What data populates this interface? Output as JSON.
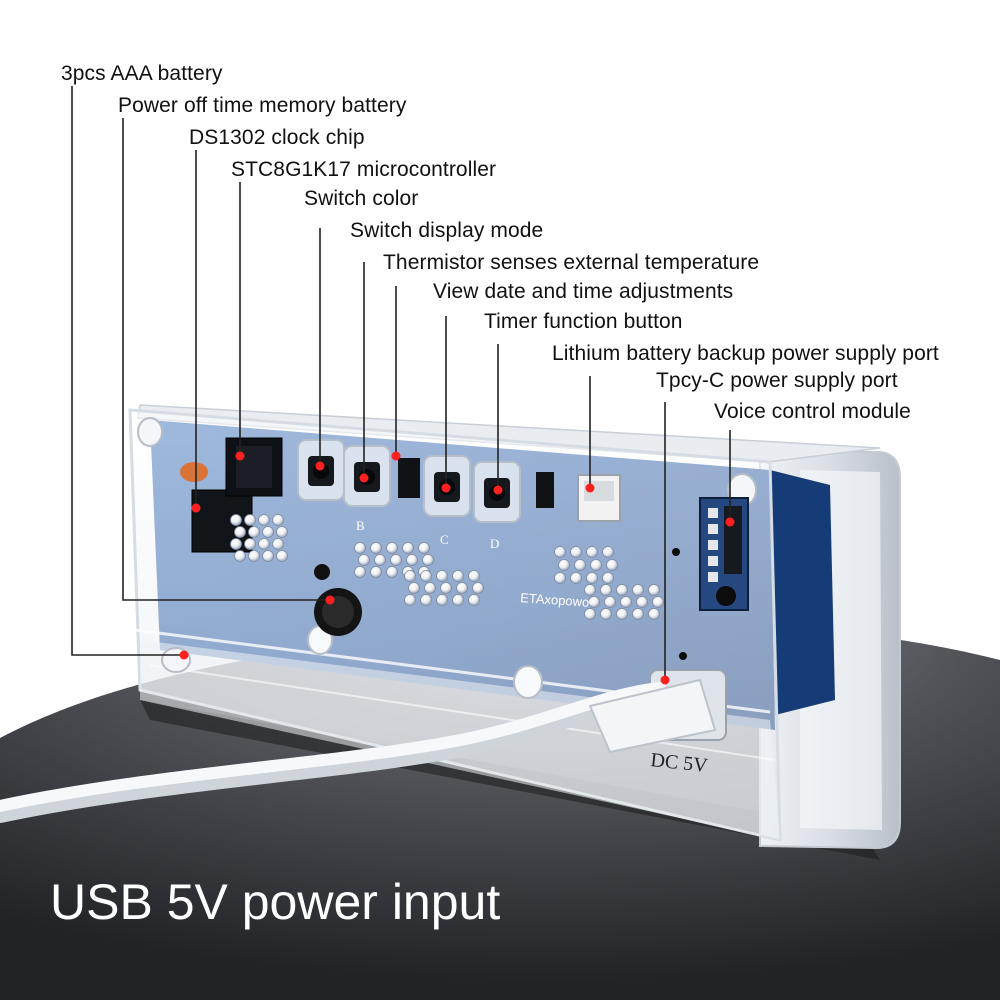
{
  "callouts": [
    {
      "label": "3pcs AAA battery"
    },
    {
      "label": "Power off time memory battery"
    },
    {
      "label": "DS1302 clock chip"
    },
    {
      "label": "STC8G1K17 microcontroller"
    },
    {
      "label": "Switch color"
    },
    {
      "label": "Switch display mode"
    },
    {
      "label": "Thermistor senses external temperature"
    },
    {
      "label": "View date and time adjustments"
    },
    {
      "label": "Timer function button"
    },
    {
      "label": "Lithium battery backup power supply port"
    },
    {
      "label": "Tpcy-C power supply port"
    },
    {
      "label": "Voice control module"
    }
  ],
  "board": {
    "brand": "ETAxopowo",
    "button_letters": [
      "B",
      "C",
      "D"
    ],
    "port_marking": "DC 5V"
  },
  "caption": "USB 5V power input",
  "colors": {
    "pcb": "#1d4f9a",
    "marker": "#ff2020",
    "leader_line": "#222222",
    "caption": "#ffffff"
  }
}
